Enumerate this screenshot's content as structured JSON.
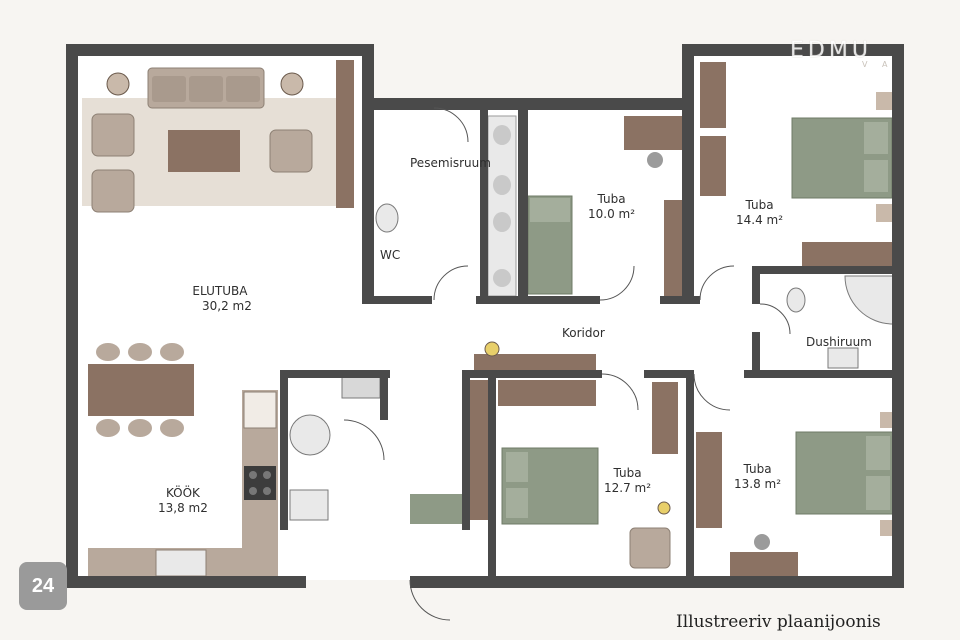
{
  "brand": {
    "name": "EDMU",
    "sub": "V A"
  },
  "page_number": "24",
  "caption": "Illustreeriv plaanijoonis",
  "rooms": {
    "elutuba": {
      "name": "ELUTUBA",
      "area": "30,2 m2"
    },
    "kook": {
      "name": "KÖÖK",
      "area": "13,8 m2"
    },
    "pesemisruum": {
      "name": "Pesemisruum"
    },
    "wc": {
      "name": "WC"
    },
    "tuba1": {
      "name": "Tuba",
      "area": "10.0 m²"
    },
    "tuba2": {
      "name": "Tuba",
      "area": "14.4 m²"
    },
    "koridor": {
      "name": "Koridor"
    },
    "dushiruum": {
      "name": "Dushiruum"
    },
    "tuba3": {
      "name": "Tuba",
      "area": "12.7 m²"
    },
    "tuba4": {
      "name": "Tuba",
      "area": "13.8 m²"
    }
  },
  "colors": {
    "wall": "#4a4a4a",
    "floor": "#ffffff",
    "wood": "#8b7263",
    "bed": "#8e9a86",
    "sofa": "#b8a99c",
    "rug": "#e6dfd6",
    "table": "#8b7263"
  }
}
